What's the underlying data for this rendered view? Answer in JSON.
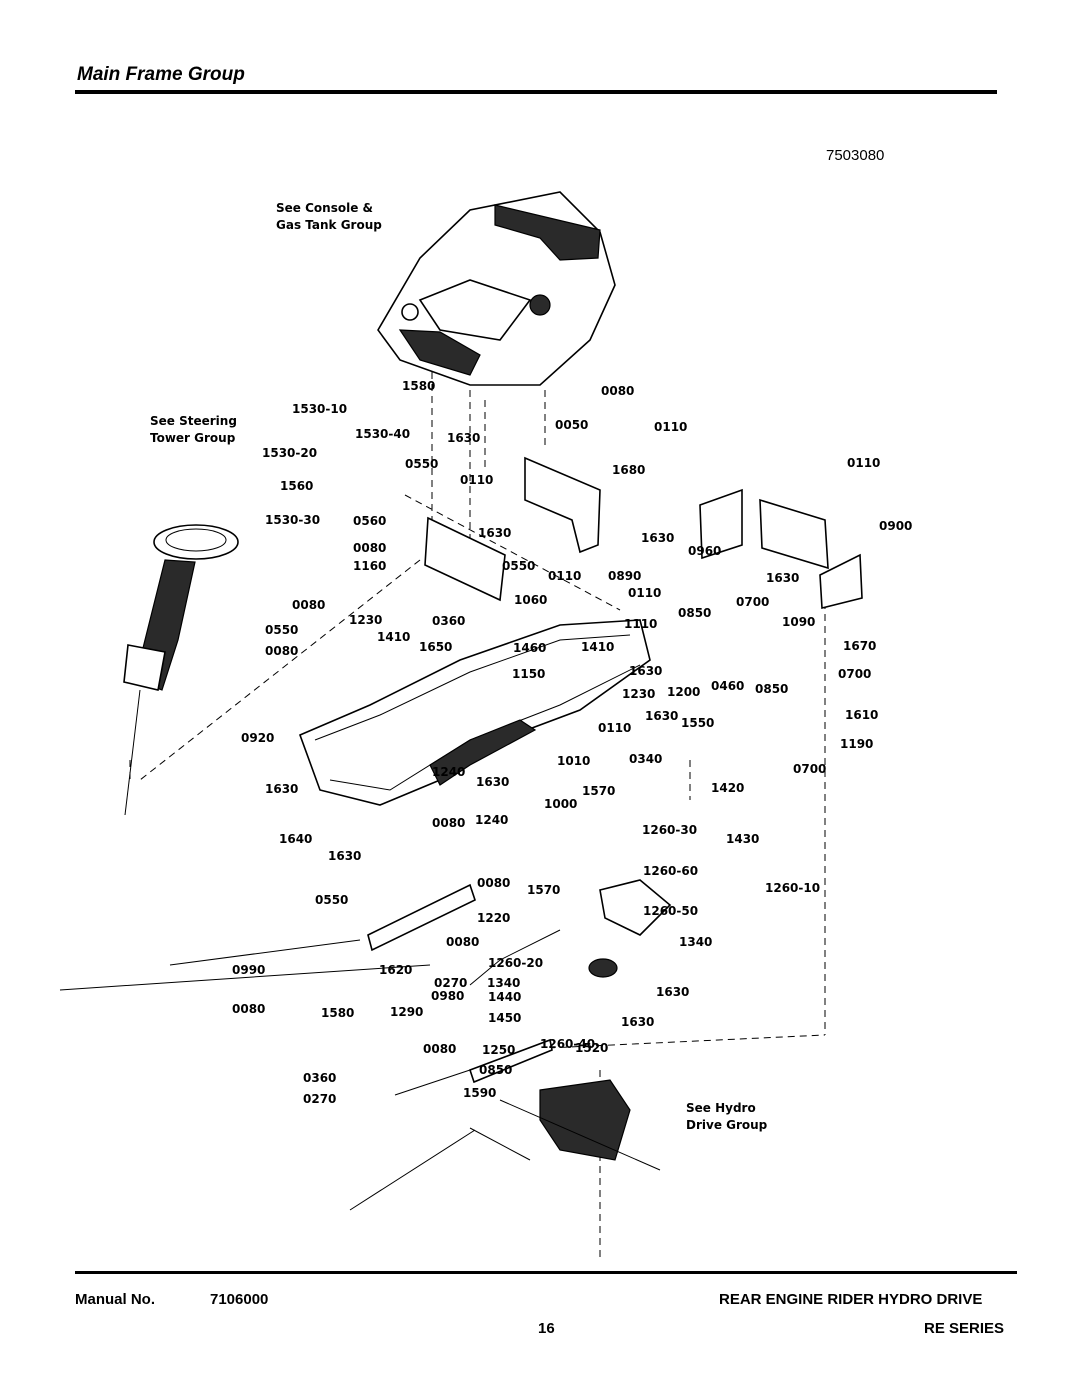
{
  "page": {
    "title": "Main Frame Group",
    "diagram_ref": "7503080",
    "manual_label": "Manual No.",
    "manual_number": "7106000",
    "product_line": "REAR ENGINE RIDER HYDRO DRIVE",
    "series": "RE SERIES",
    "page_number": "16"
  },
  "group_refs": {
    "console_1": "See Console &",
    "console_2": "Gas Tank Group",
    "steering_1": "See Steering",
    "steering_2": "Tower Group",
    "hydro_1": "See Hydro",
    "hydro_2": "Drive Group"
  },
  "callouts": [
    "1580",
    "0080",
    "1530-10",
    "1530-40",
    "1630",
    "0050",
    "0110",
    "1530-20",
    "0550",
    "0110",
    "1680",
    "0110",
    "1560",
    "1530-30",
    "0560",
    "1630",
    "1630",
    "0900",
    "0080",
    "0550",
    "0110",
    "0890",
    "0960",
    "1630",
    "1160",
    "1060",
    "0110",
    "0080",
    "1230",
    "0360",
    "1110",
    "0850",
    "0700",
    "1090",
    "0550",
    "1410",
    "1650",
    "1460",
    "1410",
    "1670",
    "0080",
    "1150",
    "1630",
    "1200",
    "0460",
    "0850",
    "0700",
    "1230",
    "1610",
    "0920",
    "0110",
    "1630",
    "1550",
    "1190",
    "1240",
    "1630",
    "1010",
    "0340",
    "0700",
    "1630",
    "1570",
    "1420",
    "1000",
    "1640",
    "0080",
    "1240",
    "1260-30",
    "1430",
    "1630",
    "1260-60",
    "0080",
    "1570",
    "1260-10",
    "0550",
    "1260-50",
    "1220",
    "0080",
    "1340",
    "0990",
    "1260-20",
    "1620",
    "0270",
    "1340",
    "0080",
    "0980",
    "1440",
    "1630",
    "0080",
    "1580",
    "1290",
    "1450",
    "1630",
    "1250",
    "1260-40",
    "1520",
    "0850",
    "0360",
    "0270",
    "1590"
  ]
}
